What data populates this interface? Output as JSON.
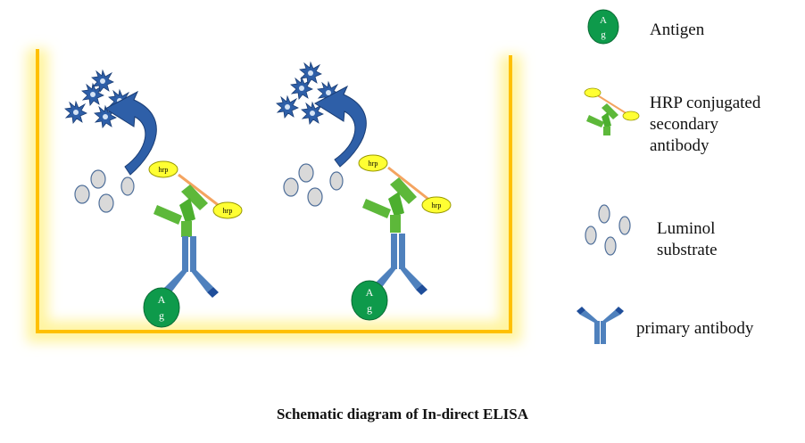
{
  "legend": {
    "antigen": "Antigen",
    "hrp_secondary": "HRP conjugated\nsecondary\nantibody",
    "luminol": "Luminol\nsubstrate",
    "primary": "primary antibody"
  },
  "labels": {
    "antigen_top": "A",
    "antigen_bottom": "g",
    "hrp": "hrp"
  },
  "caption": "Schematic diagram of In-direct ELISA",
  "colors": {
    "well": "#FFC000",
    "well_glow": "#FFF4A0",
    "antigen": "#0E9A4B",
    "primary_antibody": "#4F81BD",
    "primary_tip": "#1F4E9A",
    "secondary_antibody": "#5DB83A",
    "hrp": "#FFFF33",
    "linker": "#F4A460",
    "substrate": "#D9D9D9",
    "arrow": "#2E5FA8",
    "star": "#2E5FA8"
  }
}
